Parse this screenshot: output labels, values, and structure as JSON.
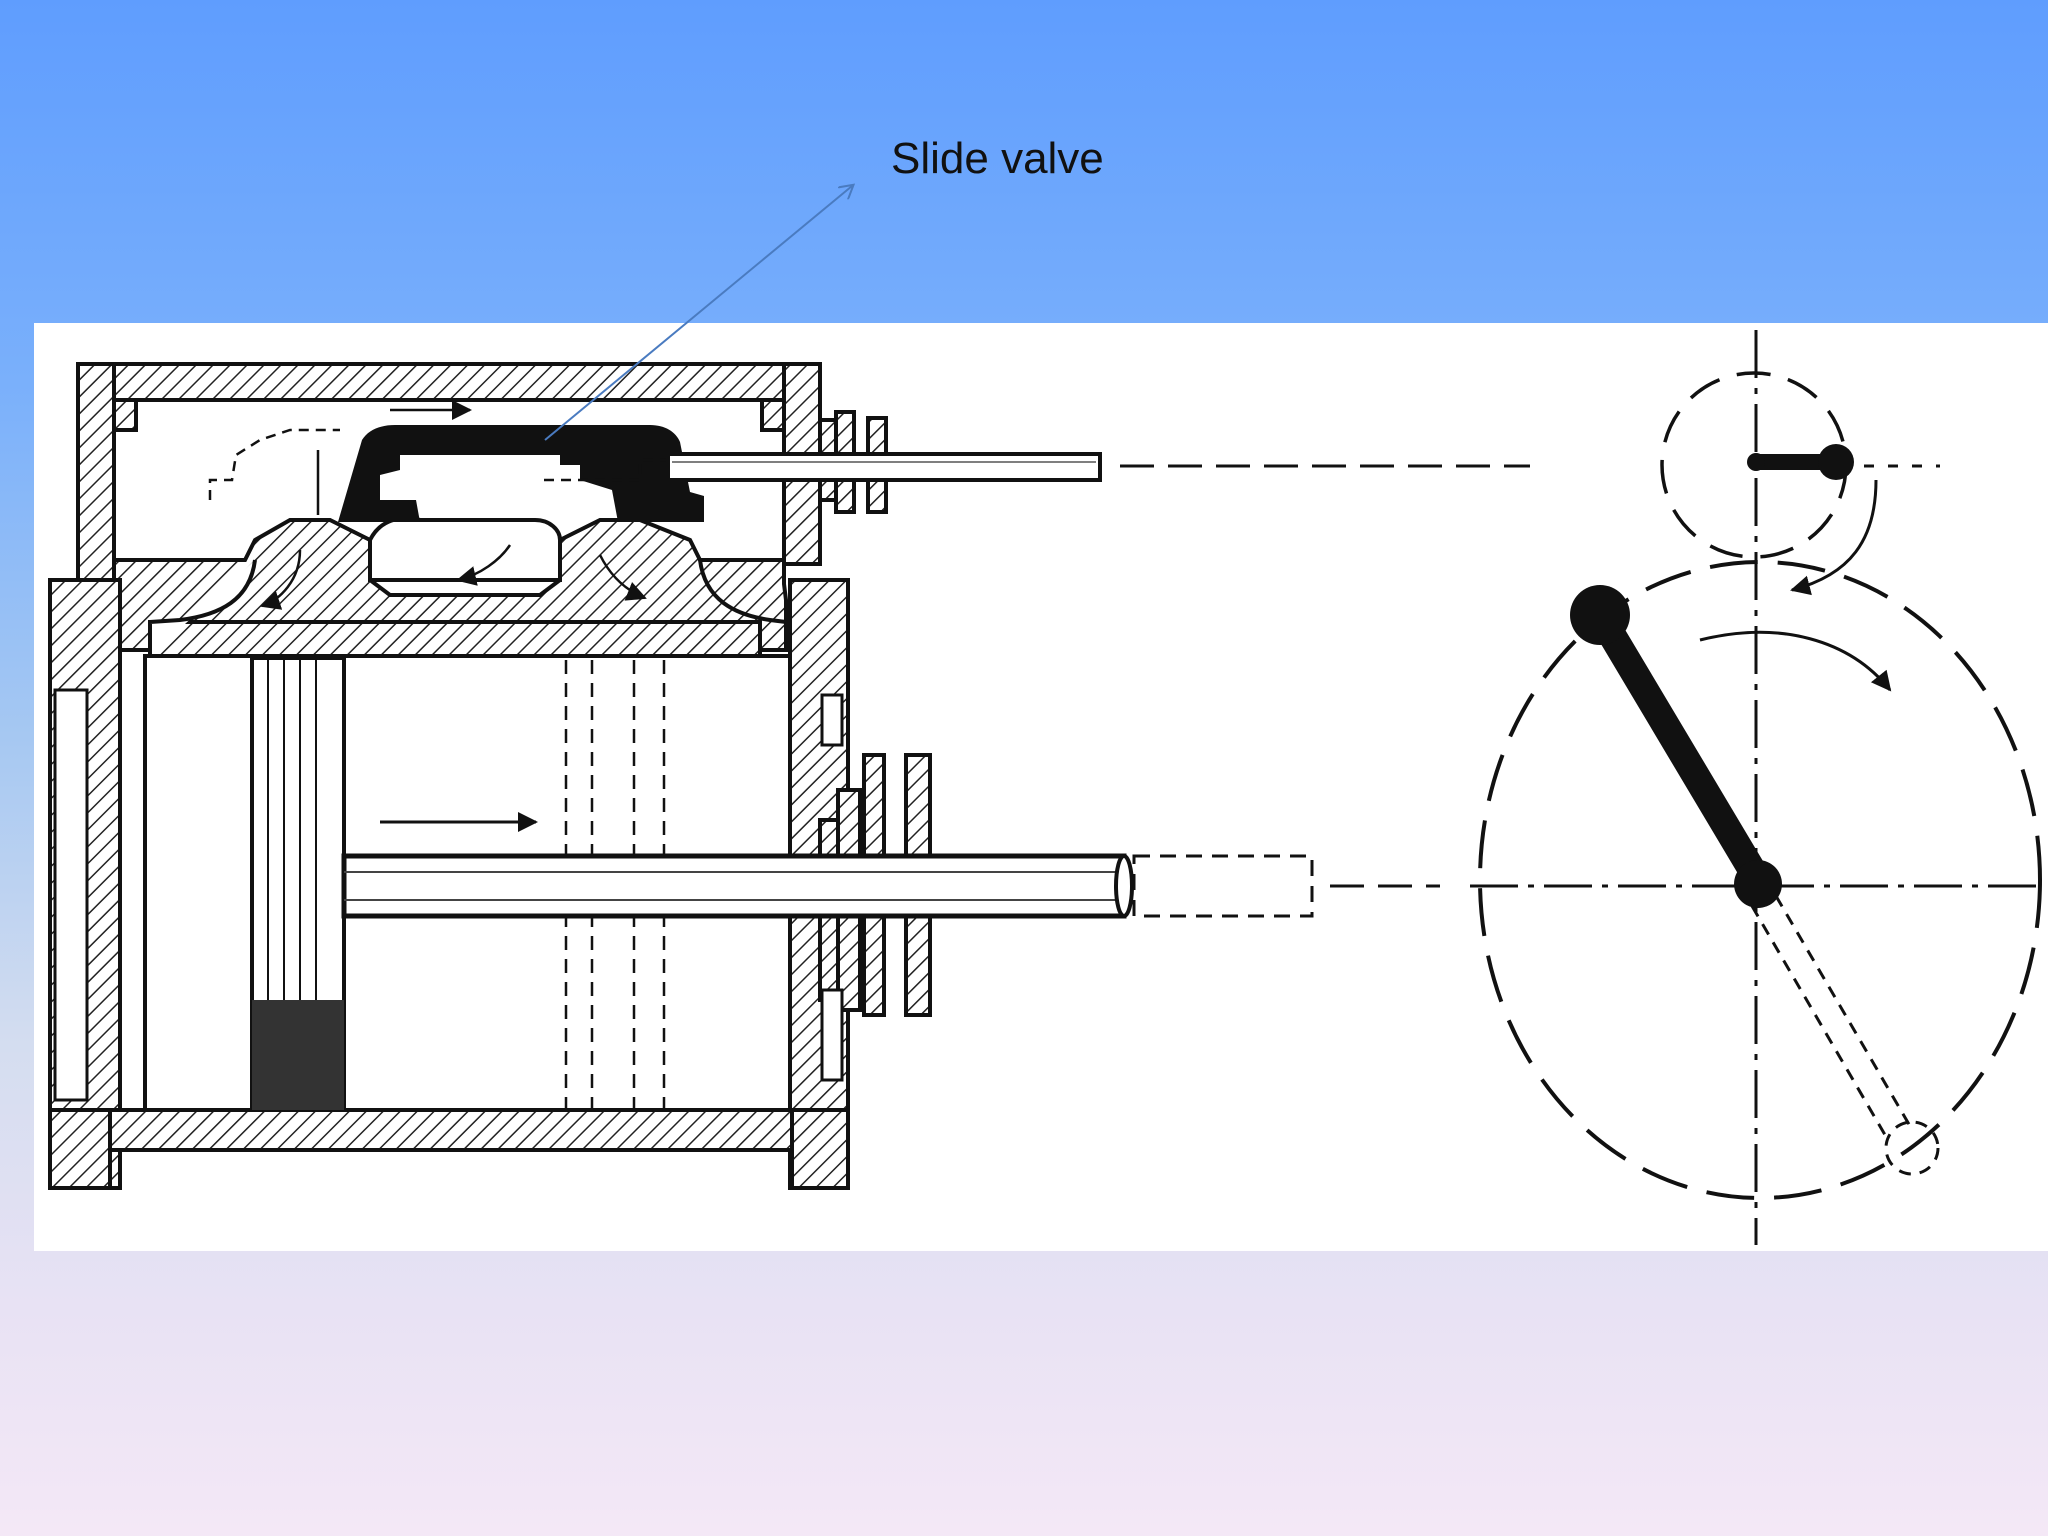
{
  "slide": {
    "annotation_label": "Slide valve",
    "background_top_color": "#5f9dfe",
    "background_bottom_color": "#f4e8f6",
    "arrow_color": "#4a7bc0"
  },
  "diagram": {
    "description_parts": [
      "steam-cylinder-cross-section",
      "slide-valve",
      "valve-rod",
      "piston",
      "piston-rod",
      "eccentric-circle",
      "crank-circle",
      "crank-arm"
    ]
  }
}
